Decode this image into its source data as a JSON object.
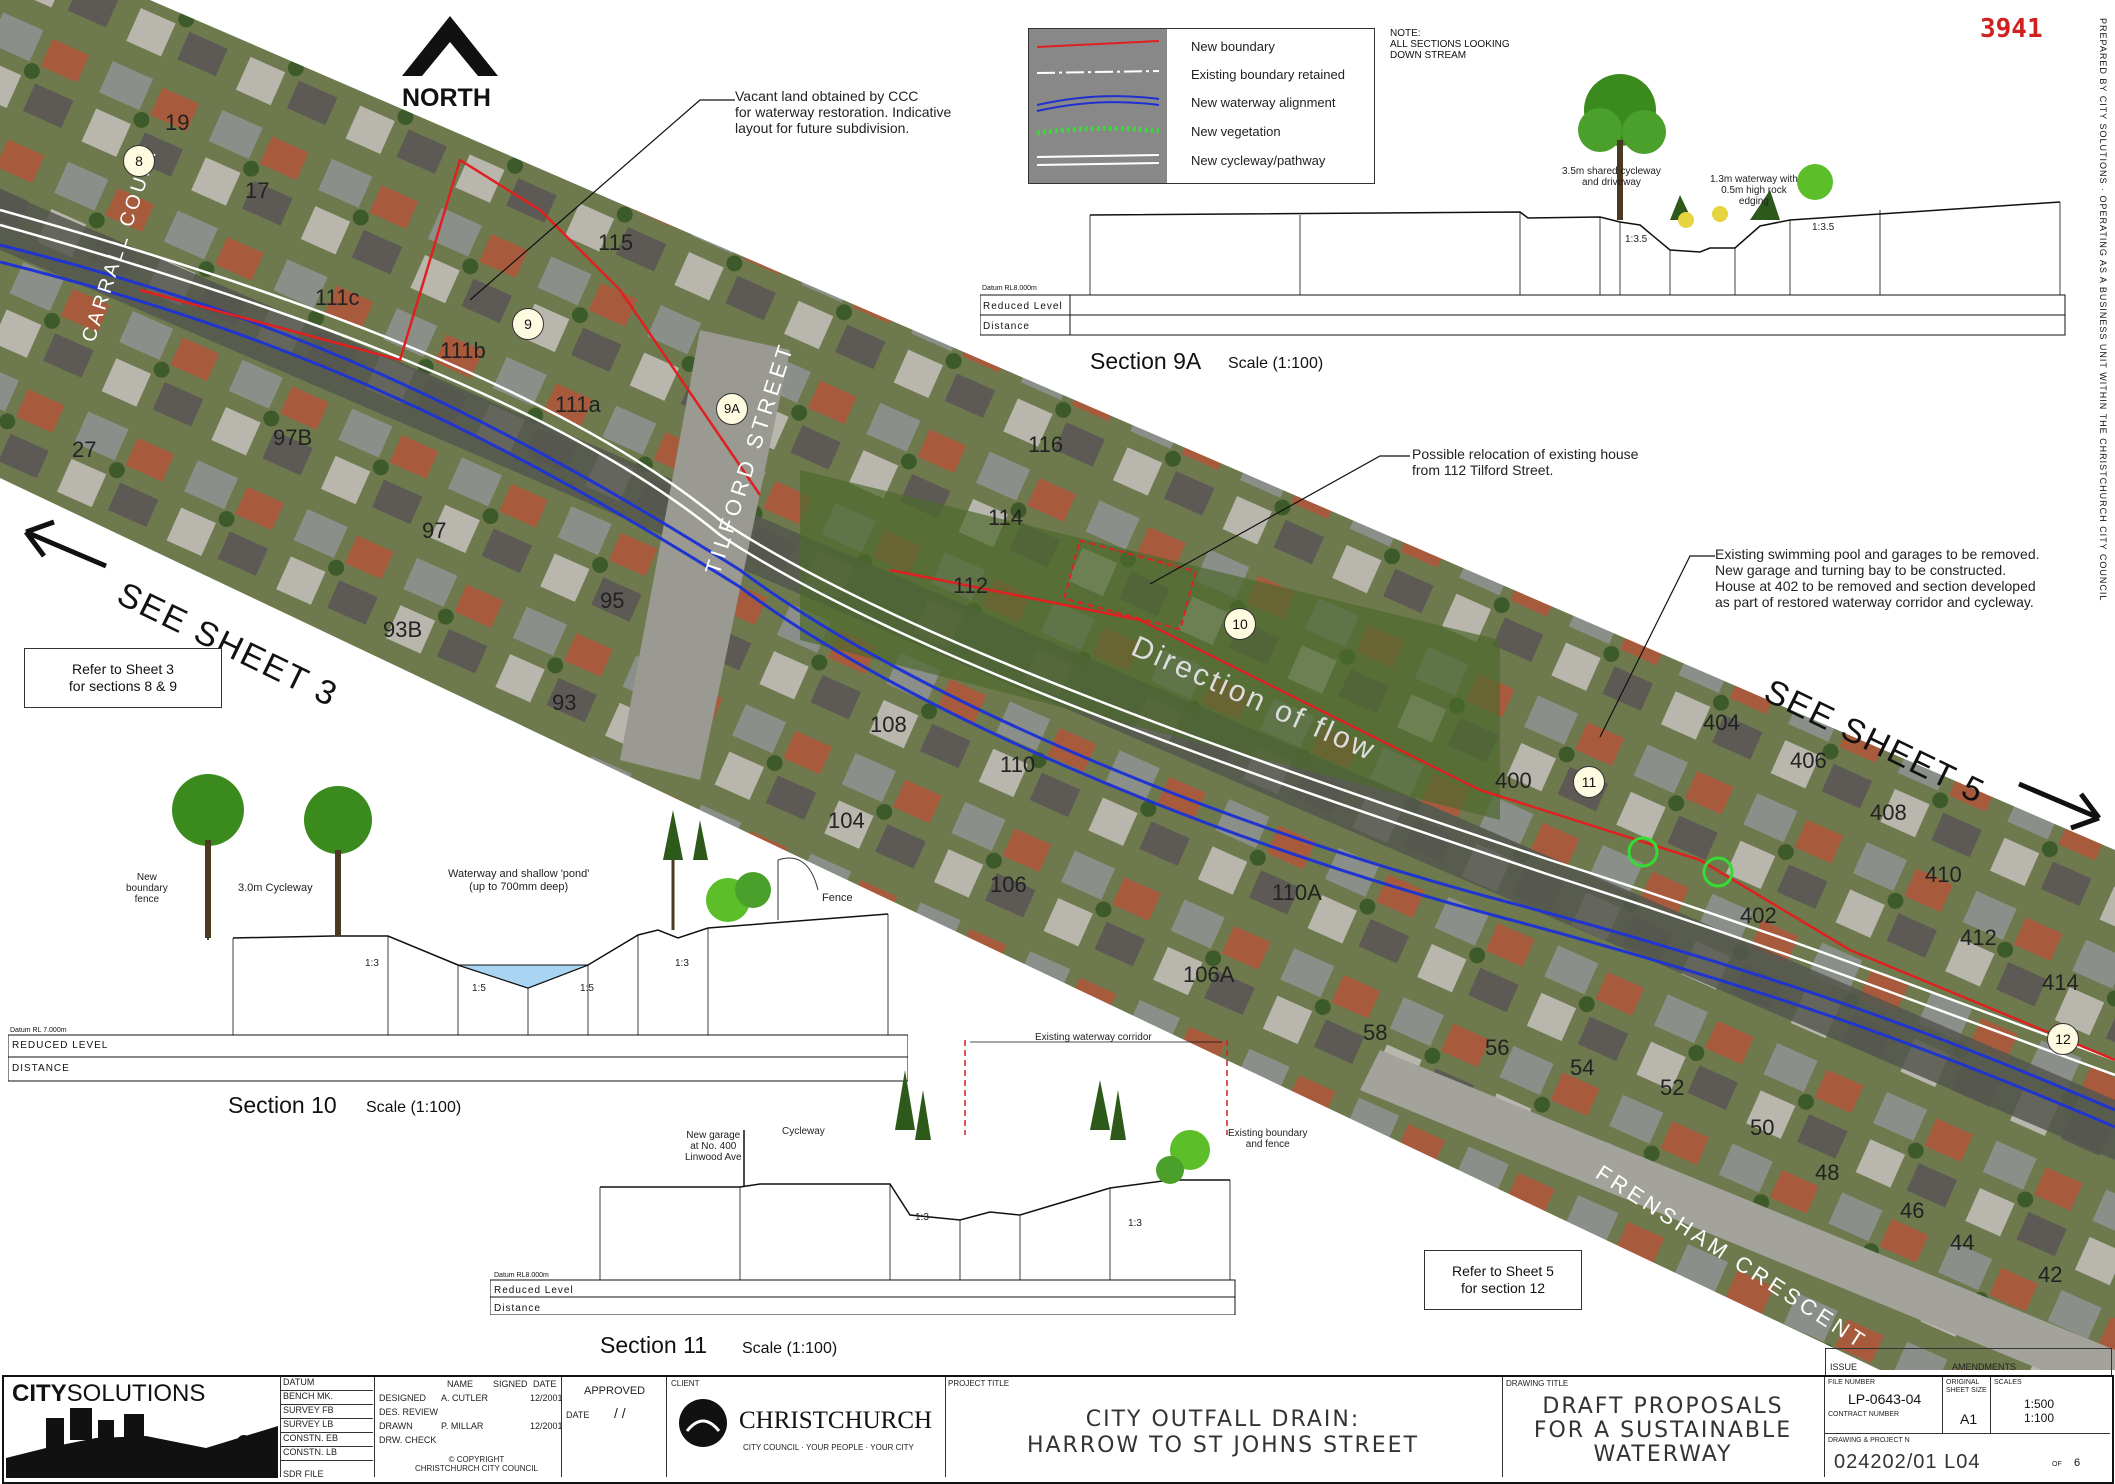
{
  "header": {
    "sheet_ref": "3941",
    "north_label": "NORTH",
    "side_text": "PREPARED BY CITY SOLUTIONS · OPERATING AS A BUSINESS UNIT WITHIN THE CHRISTCHURCH CITY COUNCIL"
  },
  "legend": {
    "items": [
      {
        "label": "New boundary",
        "color": "#e02020"
      },
      {
        "label": "Existing boundary retained",
        "color": "#ffffff"
      },
      {
        "label": "New waterway alignment",
        "color": "#2030d0"
      },
      {
        "label": "New vegetation",
        "color": "#33dd33"
      },
      {
        "label": "New cycleway/pathway",
        "color": "#ffffff"
      }
    ],
    "note": "NOTE:\nALL SECTIONS LOOKING\nDOWN STREAM"
  },
  "map": {
    "see_sheet_left": "SEE SHEET 3",
    "see_sheet_right": "SEE SHEET 5",
    "direction_of_flow": "Direction of flow",
    "street_tilford": "TILFORD STREET",
    "street_frensham": "FRENSHAM CRESCENT",
    "street_carrall": "CARRALL COURT",
    "section_markers": [
      "8",
      "9",
      "9A",
      "10",
      "11",
      "12"
    ],
    "lot_numbers": [
      "19",
      "17",
      "115",
      "111c",
      "111b",
      "111a",
      "97B",
      "97",
      "95",
      "93B",
      "93",
      "27",
      "116",
      "114",
      "112",
      "108",
      "110",
      "104",
      "106",
      "110A",
      "106A",
      "400",
      "404",
      "406",
      "408",
      "410",
      "412",
      "414",
      "402",
      "56",
      "58",
      "54",
      "52",
      "50",
      "48",
      "46",
      "44",
      "42"
    ]
  },
  "annotations": {
    "vacant_land": "Vacant land obtained by CCC\nfor waterway restoration. Indicative\nlayout for future subdivision.",
    "relocation": "Possible relocation of existing house\nfrom 112 Tilford Street.",
    "pool": "Existing swimming pool and garages to be removed.\nNew garage and turning bay to be constructed.\nHouse at 402 to be removed and section developed\nas part of restored waterway corridor and cycleway.",
    "ref_sheet3": "Refer to Sheet 3\nfor sections 8 & 9",
    "ref_sheet5": "Refer to Sheet 5\nfor section 12"
  },
  "sections": {
    "s9a": {
      "title": "Section 9A",
      "scale": "Scale (1:100)",
      "labels": [
        "3.5m shared cycleway\nand driveway",
        "1.3m waterway with\n0.5m high rock\nedging"
      ],
      "slopes": [
        "1:3.5",
        "1:3.5"
      ],
      "datum": "Datum RL8.000m",
      "row1": "Reduced Level",
      "row2": "Distance"
    },
    "s10": {
      "title": "Section 10",
      "scale": "Scale (1:100)",
      "labels": [
        "New\nboundary\nfence",
        "3.0m Cycleway",
        "Waterway and shallow 'pond'\n(up to 700mm deep)",
        "Fence"
      ],
      "slopes": [
        "1:3",
        "1:5",
        "1:5",
        "1:3"
      ],
      "datum": "Datum RL 7.000m",
      "row1": "REDUCED LEVEL",
      "row2": "DISTANCE"
    },
    "s11": {
      "title": "Section 11",
      "scale": "Scale (1:100)",
      "labels": [
        "New garage\nat No. 400\nLinwood Ave",
        "Cycleway",
        "Existing waterway corridor",
        "Existing boundary\nand fence"
      ],
      "slopes": [
        "1:3",
        "1:3"
      ],
      "datum": "Datum RL8.000m",
      "row1": "Reduced Level",
      "row2": "Distance"
    }
  },
  "title_block": {
    "logo": {
      "city": "CITY",
      "solutions": "SOLUTIONS"
    },
    "rows": [
      "DATUM",
      "BENCH MK.",
      "SURVEY FB",
      "SURVEY LB",
      "CONSTN. EB",
      "CONSTN. LB",
      "SDR FILE"
    ],
    "people_header": [
      "NAME",
      "SIGNED",
      "DATE"
    ],
    "people": [
      {
        "role": "DESIGNED",
        "name": "A. CUTLER",
        "date": "12/2001"
      },
      {
        "role": "DES. REVIEW",
        "name": "",
        "date": ""
      },
      {
        "role": "DRAWN",
        "name": "P. MILLAR",
        "date": "12/2001"
      },
      {
        "role": "DRW. CHECK",
        "name": "",
        "date": ""
      }
    ],
    "copyright": "© COPYRIGHT\nCHRISTCHURCH CITY COUNCIL",
    "approved": "APPROVED",
    "date_label": "DATE",
    "date_value": "/ /",
    "client_label": "CLIENT",
    "client_name": "CHRISTCHURCH",
    "client_tag": "CITY COUNCIL · YOUR PEOPLE · YOUR CITY",
    "project_label": "PROJECT TITLE",
    "project_title": "CITY OUTFALL DRAIN:\nHARROW TO ST JOHNS STREET",
    "drawing_label": "DRAWING TITLE",
    "drawing_title": "DRAFT PROPOSALS\nFOR A SUSTAINABLE\nWATERWAY",
    "file_label": "FILE NUMBER",
    "file_number": "LP-0643-04",
    "contract_label": "CONTRACT NUMBER",
    "sheet_size_label": "ORIGINAL SHEET SIZE",
    "sheet_size": "A1",
    "scales_label": "SCALES",
    "scales": "1:500\n1:100",
    "drawing_no_label": "DRAWING & PROJECT N",
    "drawing_no": "024202/01 L04",
    "of_label": "OF",
    "sheet_total": "6",
    "issue_label": "ISSUE",
    "amendments_label": "AMENDMENTS"
  }
}
